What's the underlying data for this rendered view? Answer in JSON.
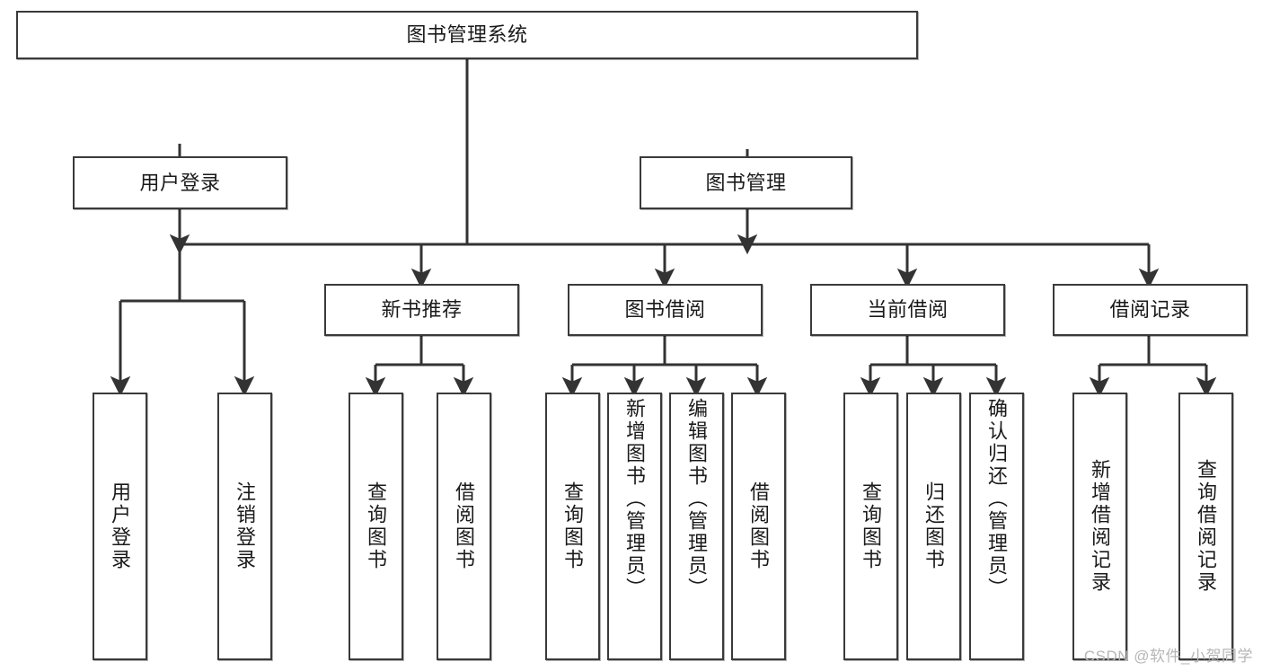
{
  "diagram": {
    "title": "图书管理系统",
    "type": "tree",
    "watermark": "CSDN @软件_小贺同学",
    "colors": {
      "box_border": "#3a3a3a",
      "box_fill": "#ffffff",
      "connector": "#333333",
      "text": "#1a1a1a",
      "watermark": "#b6b6b6",
      "background": "#ffffff"
    },
    "nodes": {
      "root": {
        "label": "图书管理系统",
        "level": 0
      },
      "l1": [
        {
          "id": "user_login",
          "label": "用户登录",
          "level": 1
        },
        {
          "id": "book_manage",
          "label": "图书管理",
          "level": 1
        }
      ],
      "l2": [
        {
          "id": "new_book_rec",
          "label": "新书推荐",
          "level": 2,
          "parent": "book_manage"
        },
        {
          "id": "book_borrow",
          "label": "图书借阅",
          "level": 2,
          "parent": "book_manage"
        },
        {
          "id": "current_borrow",
          "label": "当前借阅",
          "level": 2,
          "parent": "book_manage"
        },
        {
          "id": "borrow_record",
          "label": "借阅记录",
          "level": 2,
          "parent": "book_manage"
        }
      ],
      "leaves": [
        {
          "id": "leaf_user_login",
          "label": "用户登录",
          "parent": "user_login"
        },
        {
          "id": "leaf_logout",
          "label": "注销登录",
          "parent": "user_login"
        },
        {
          "id": "leaf_query_book_1",
          "label": "查询图书",
          "parent": "new_book_rec"
        },
        {
          "id": "leaf_borrow_book_1",
          "label": "借阅图书",
          "parent": "new_book_rec"
        },
        {
          "id": "leaf_query_book_2",
          "label": "查询图书",
          "parent": "book_borrow"
        },
        {
          "id": "leaf_add_book",
          "label": "新增图书（管理员）",
          "parent": "book_borrow"
        },
        {
          "id": "leaf_edit_book",
          "label": "编辑图书（管理员）",
          "parent": "book_borrow"
        },
        {
          "id": "leaf_borrow_book_2",
          "label": "借阅图书",
          "parent": "book_borrow"
        },
        {
          "id": "leaf_query_book_3",
          "label": "查询图书",
          "parent": "current_borrow"
        },
        {
          "id": "leaf_return_book",
          "label": "归还图书",
          "parent": "current_borrow"
        },
        {
          "id": "leaf_confirm_return",
          "label": "确认归还（管理员）",
          "parent": "current_borrow"
        },
        {
          "id": "leaf_add_record",
          "label": "新增借阅记录",
          "parent": "borrow_record"
        },
        {
          "id": "leaf_query_record",
          "label": "查询借阅记录",
          "parent": "borrow_record"
        }
      ]
    }
  }
}
